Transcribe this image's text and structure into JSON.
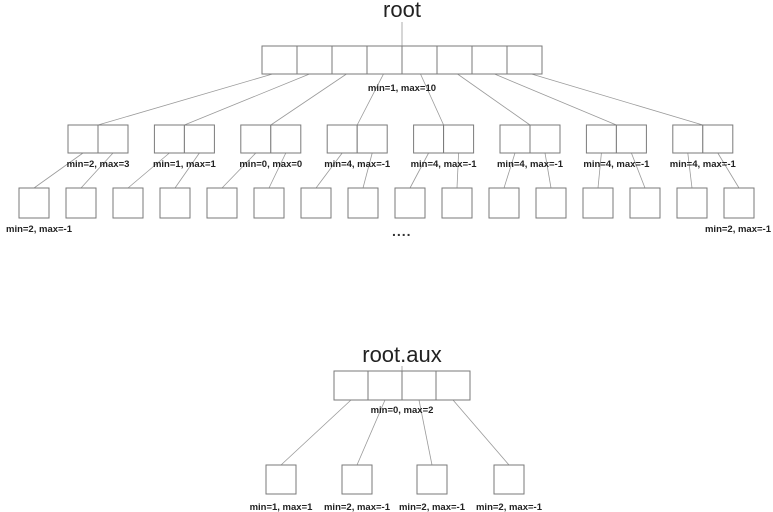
{
  "root": {
    "title": "root",
    "cells": 8,
    "label": "min=1, max=10",
    "children": [
      {
        "label": "min=2, max=3"
      },
      {
        "label": "min=1, max=1"
      },
      {
        "label": "min=0, max=0"
      },
      {
        "label": "min=4, max=-1"
      },
      {
        "label": "min=4, max=-1"
      },
      {
        "label": "min=4, max=-1"
      },
      {
        "label": "min=4, max=-1"
      },
      {
        "label": "min=4, max=-1"
      }
    ],
    "leaf_count": 16,
    "first_leaf_label": "min=2, max=-1",
    "last_leaf_label": "min=2, max=-1",
    "ellipsis": "...."
  },
  "aux": {
    "title": "root.aux",
    "cells": 4,
    "label": "min=0, max=2",
    "leaves": [
      {
        "label": "min=1, max=1"
      },
      {
        "label": "min=2, max=-1"
      },
      {
        "label": "min=2, max=-1"
      },
      {
        "label": "min=2, max=-1"
      }
    ]
  }
}
